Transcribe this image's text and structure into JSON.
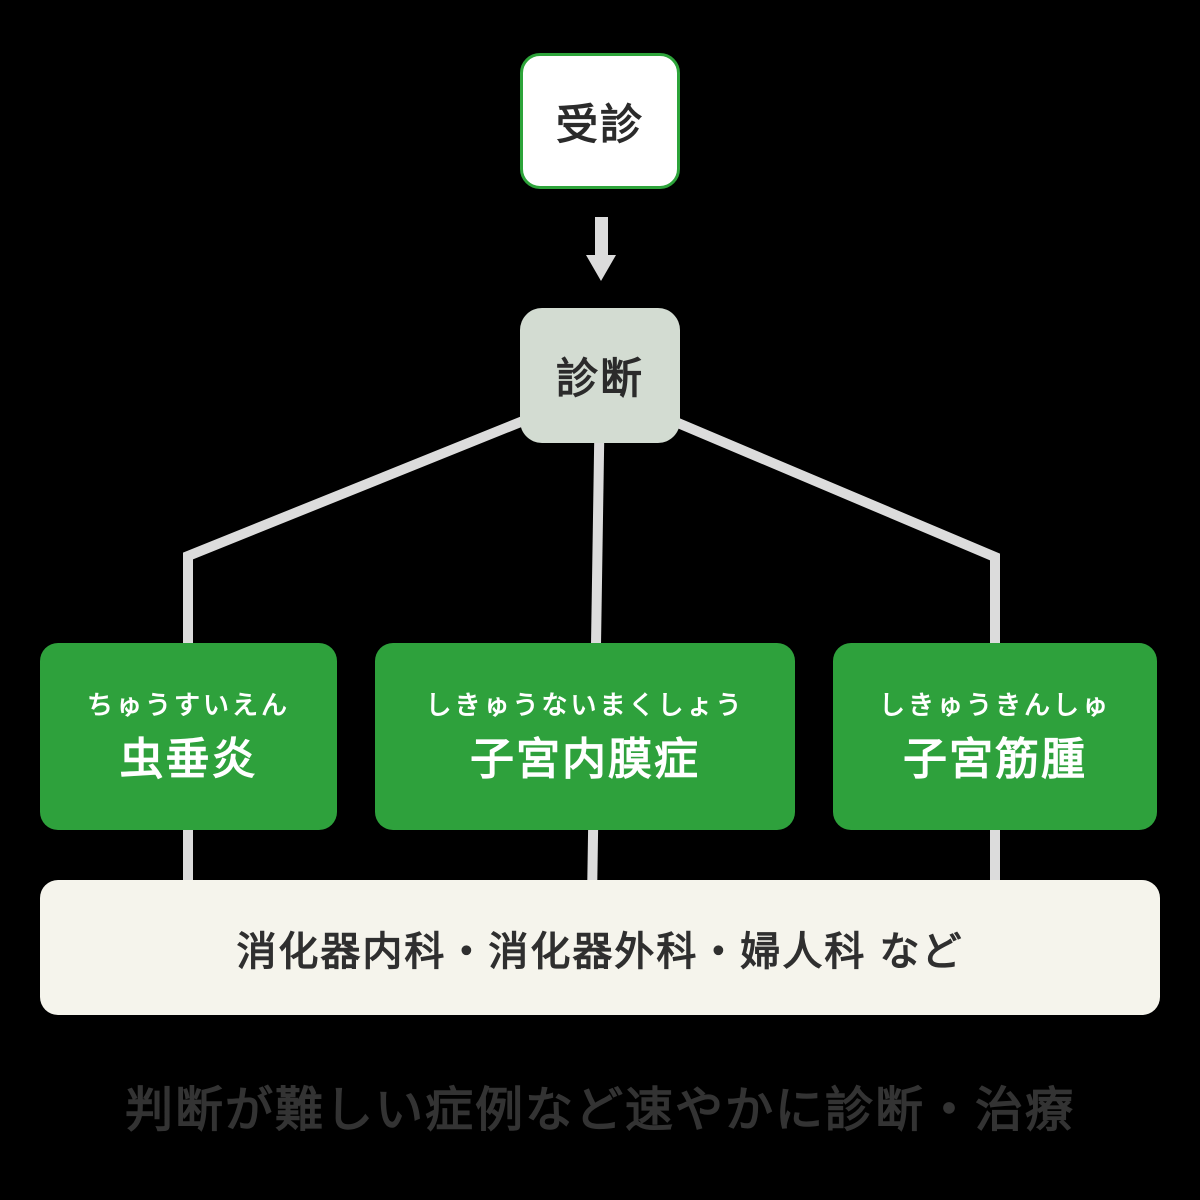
{
  "colors": {
    "background": "#000000",
    "box_green": "#2ea13c",
    "visit_border_green": "#2da43a",
    "diagnosis_sage": "#d3dcd2",
    "departments_cream": "#f5f4ec",
    "connector_gray": "#dcdcdc",
    "text_dark": "#2b2b2b",
    "text_white": "#ffffff",
    "caption_gray": "#333333"
  },
  "flow": {
    "visit": {
      "label": "受診"
    },
    "diagnosis": {
      "label": "診断"
    },
    "diseases": [
      {
        "reading": "ちゅうすいえん",
        "name": "虫垂炎"
      },
      {
        "reading": "しきゅうないまくしょう",
        "name": "子宮内膜症"
      },
      {
        "reading": "しきゅうきんしゅ",
        "name": "子宮筋腫"
      }
    ],
    "departments": {
      "label": "消化器内科・消化器外科・婦人科 など"
    },
    "caption": "判断が難しい症例など速やかに診断・治療"
  }
}
